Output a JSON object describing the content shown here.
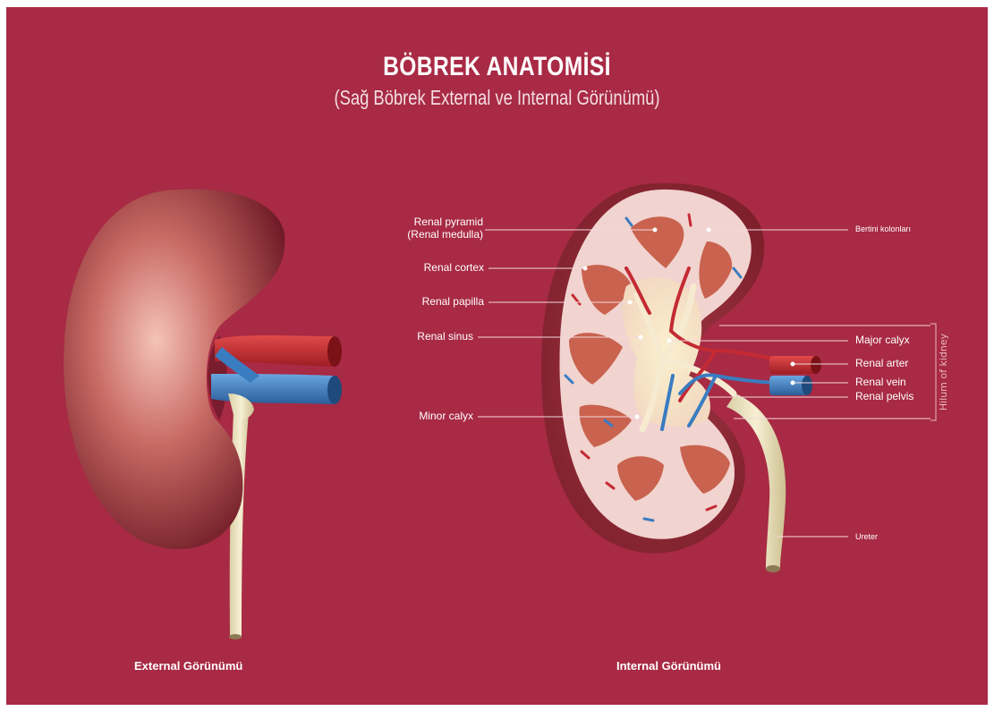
{
  "title": "BÖBREK ANATOMİSİ",
  "subtitle": "(Sağ Böbrek External ve Internal Görünümü)",
  "captions": {
    "external": "External Görünümü",
    "internal": "Internal Görünümü"
  },
  "left_labels": {
    "renal_pyramid_line1": "Renal pyramid",
    "renal_pyramid_line2": "(Renal medulla)",
    "renal_cortex": "Renal cortex",
    "renal_papilla": "Renal papilla",
    "renal_sinus": "Renal sinus",
    "minor_calyx": "Minor calyx"
  },
  "right_labels": {
    "bertini": "Bertini kolonları",
    "major_calyx": "Major calyx",
    "renal_arter": "Renal arter",
    "renal_vein": "Renal vein",
    "renal_pelvis": "Renal pelvis",
    "ureter": "Ureter",
    "hilum": "Hilum of kidney"
  },
  "colors": {
    "background": "#a82a44",
    "kidney": "#8e2531",
    "artery": "#c42a33",
    "vein": "#3a7cc0",
    "ureter": "#efe6c4",
    "medulla": "#c96650",
    "cortex": "#f3d7d2"
  }
}
